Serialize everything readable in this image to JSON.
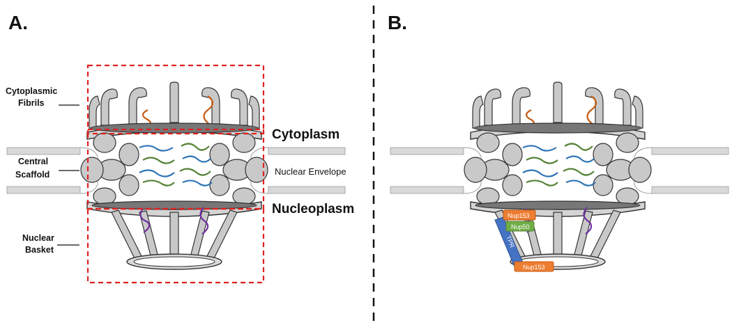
{
  "panels": {
    "a_label": "A.",
    "b_label": "B."
  },
  "labels": {
    "cyto_fibrils_1": "Cytoplasmic",
    "cyto_fibrils_2": "Fibrils",
    "central_scaffold_1": "Central",
    "central_scaffold_2": "Scaffold",
    "nuclear_basket_1": "Nuclear",
    "nuclear_basket_2": "Basket",
    "cytoplasm": "Cytoplasm",
    "nuclear_envelope": "Nuclear Envelope",
    "nucleoplasm": "Nucleoplasm"
  },
  "proteins": {
    "nup153_top": "Nup153",
    "nup50": "Nup50",
    "tpr": "TPR",
    "nup153_bottom": "Nup153"
  },
  "colors": {
    "fibril_orange": "#c55a11",
    "scaffold_blue": "#2e75b6",
    "scaffold_green": "#548235",
    "basket_purple": "#7030a0",
    "region_box_red": "#e02020",
    "nup153_orange": "#ed7d31",
    "nup50_green": "#70ad47",
    "tpr_blue": "#4472c4"
  }
}
